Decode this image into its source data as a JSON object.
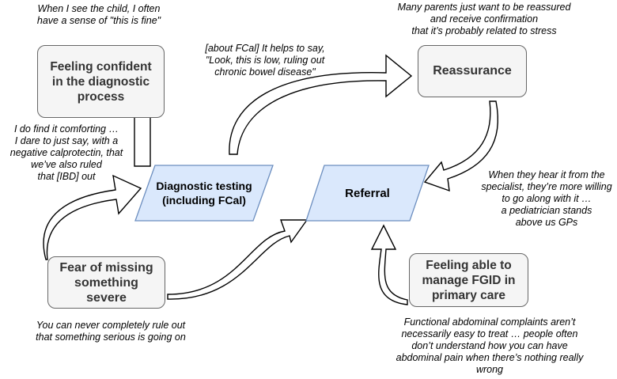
{
  "nodes": {
    "confident": "Feeling confident in the diagnostic process",
    "reassurance": "Reassurance",
    "diagnostic": "Diagnostic testing (including FCal)",
    "referral": "Referral",
    "fear": "Fear of missing something severe",
    "manage": "Feeling able to manage FGID in primary care"
  },
  "quotes": {
    "child": [
      "When I see the child, I often",
      "have a sense of \"this is fine\""
    ],
    "parents": [
      "Many parents just want to be reassured",
      "and receive confirmation",
      "that it’s probably related to stress"
    ],
    "fcal": [
      "[about FCal] It helps to say,",
      "\"Look, this is low, ruling out",
      "chronic bowel disease\""
    ],
    "comforting": [
      "I do find it comforting …",
      "I dare to just say, with a",
      "negative calprotectin, that",
      "we’ve also ruled",
      "that [IBD] out"
    ],
    "specialist": [
      "When they hear it from the",
      "specialist, they’re more willing",
      "to go along with it …",
      "a pediatrician stands",
      "above us GPs"
    ],
    "never": [
      "You can never completely rule out",
      "that something serious is going on"
    ],
    "functional": [
      "Functional abdominal complaints aren’t",
      "necessarily easy to treat … people often",
      "don’t understand how you can have",
      "abdominal pain when there’s nothing really",
      "wrong"
    ]
  },
  "colors": {
    "box_fill": "#f5f5f5",
    "box_stroke": "#666666",
    "para_fill": "#dae8fc",
    "para_stroke": "#6c8ebf",
    "arrow_stroke": "#000000"
  }
}
